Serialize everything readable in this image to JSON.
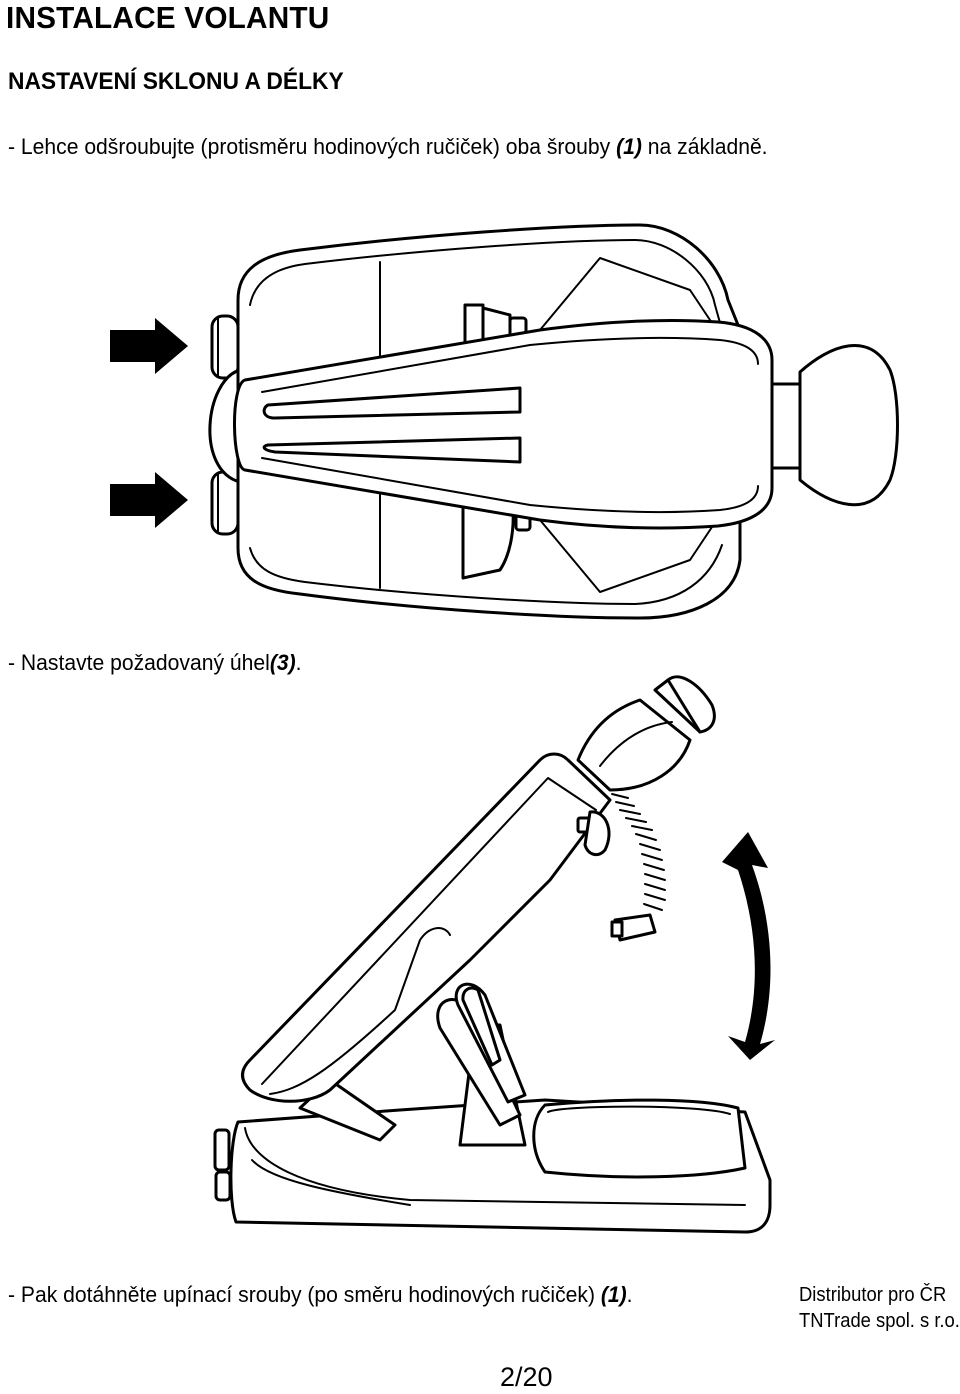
{
  "header": {
    "title": "INSTALACE VOLANTU",
    "subtitle": "NASTAVENÍ SKLONU A DÉLKY"
  },
  "steps": {
    "step1_text": "- Lehce odšroubujte (protisměru hodinových ručiček) oba šrouby ",
    "step1_ref": "(1)",
    "step1_tail": " na základně.",
    "step2_text": "- Nastavte požadovaný úhel",
    "step2_ref": "(3)",
    "step2_tail": ".",
    "step3_text": "- Pak dotáhněte upínací srouby (po směru hodinových ručiček) ",
    "step3_ref": "(1)",
    "step3_tail": "."
  },
  "footer": {
    "distributor_line1": "Distributor pro ČR",
    "distributor_line2": "TNTrade spol. s r.o.",
    "page_number": "2/20"
  }
}
